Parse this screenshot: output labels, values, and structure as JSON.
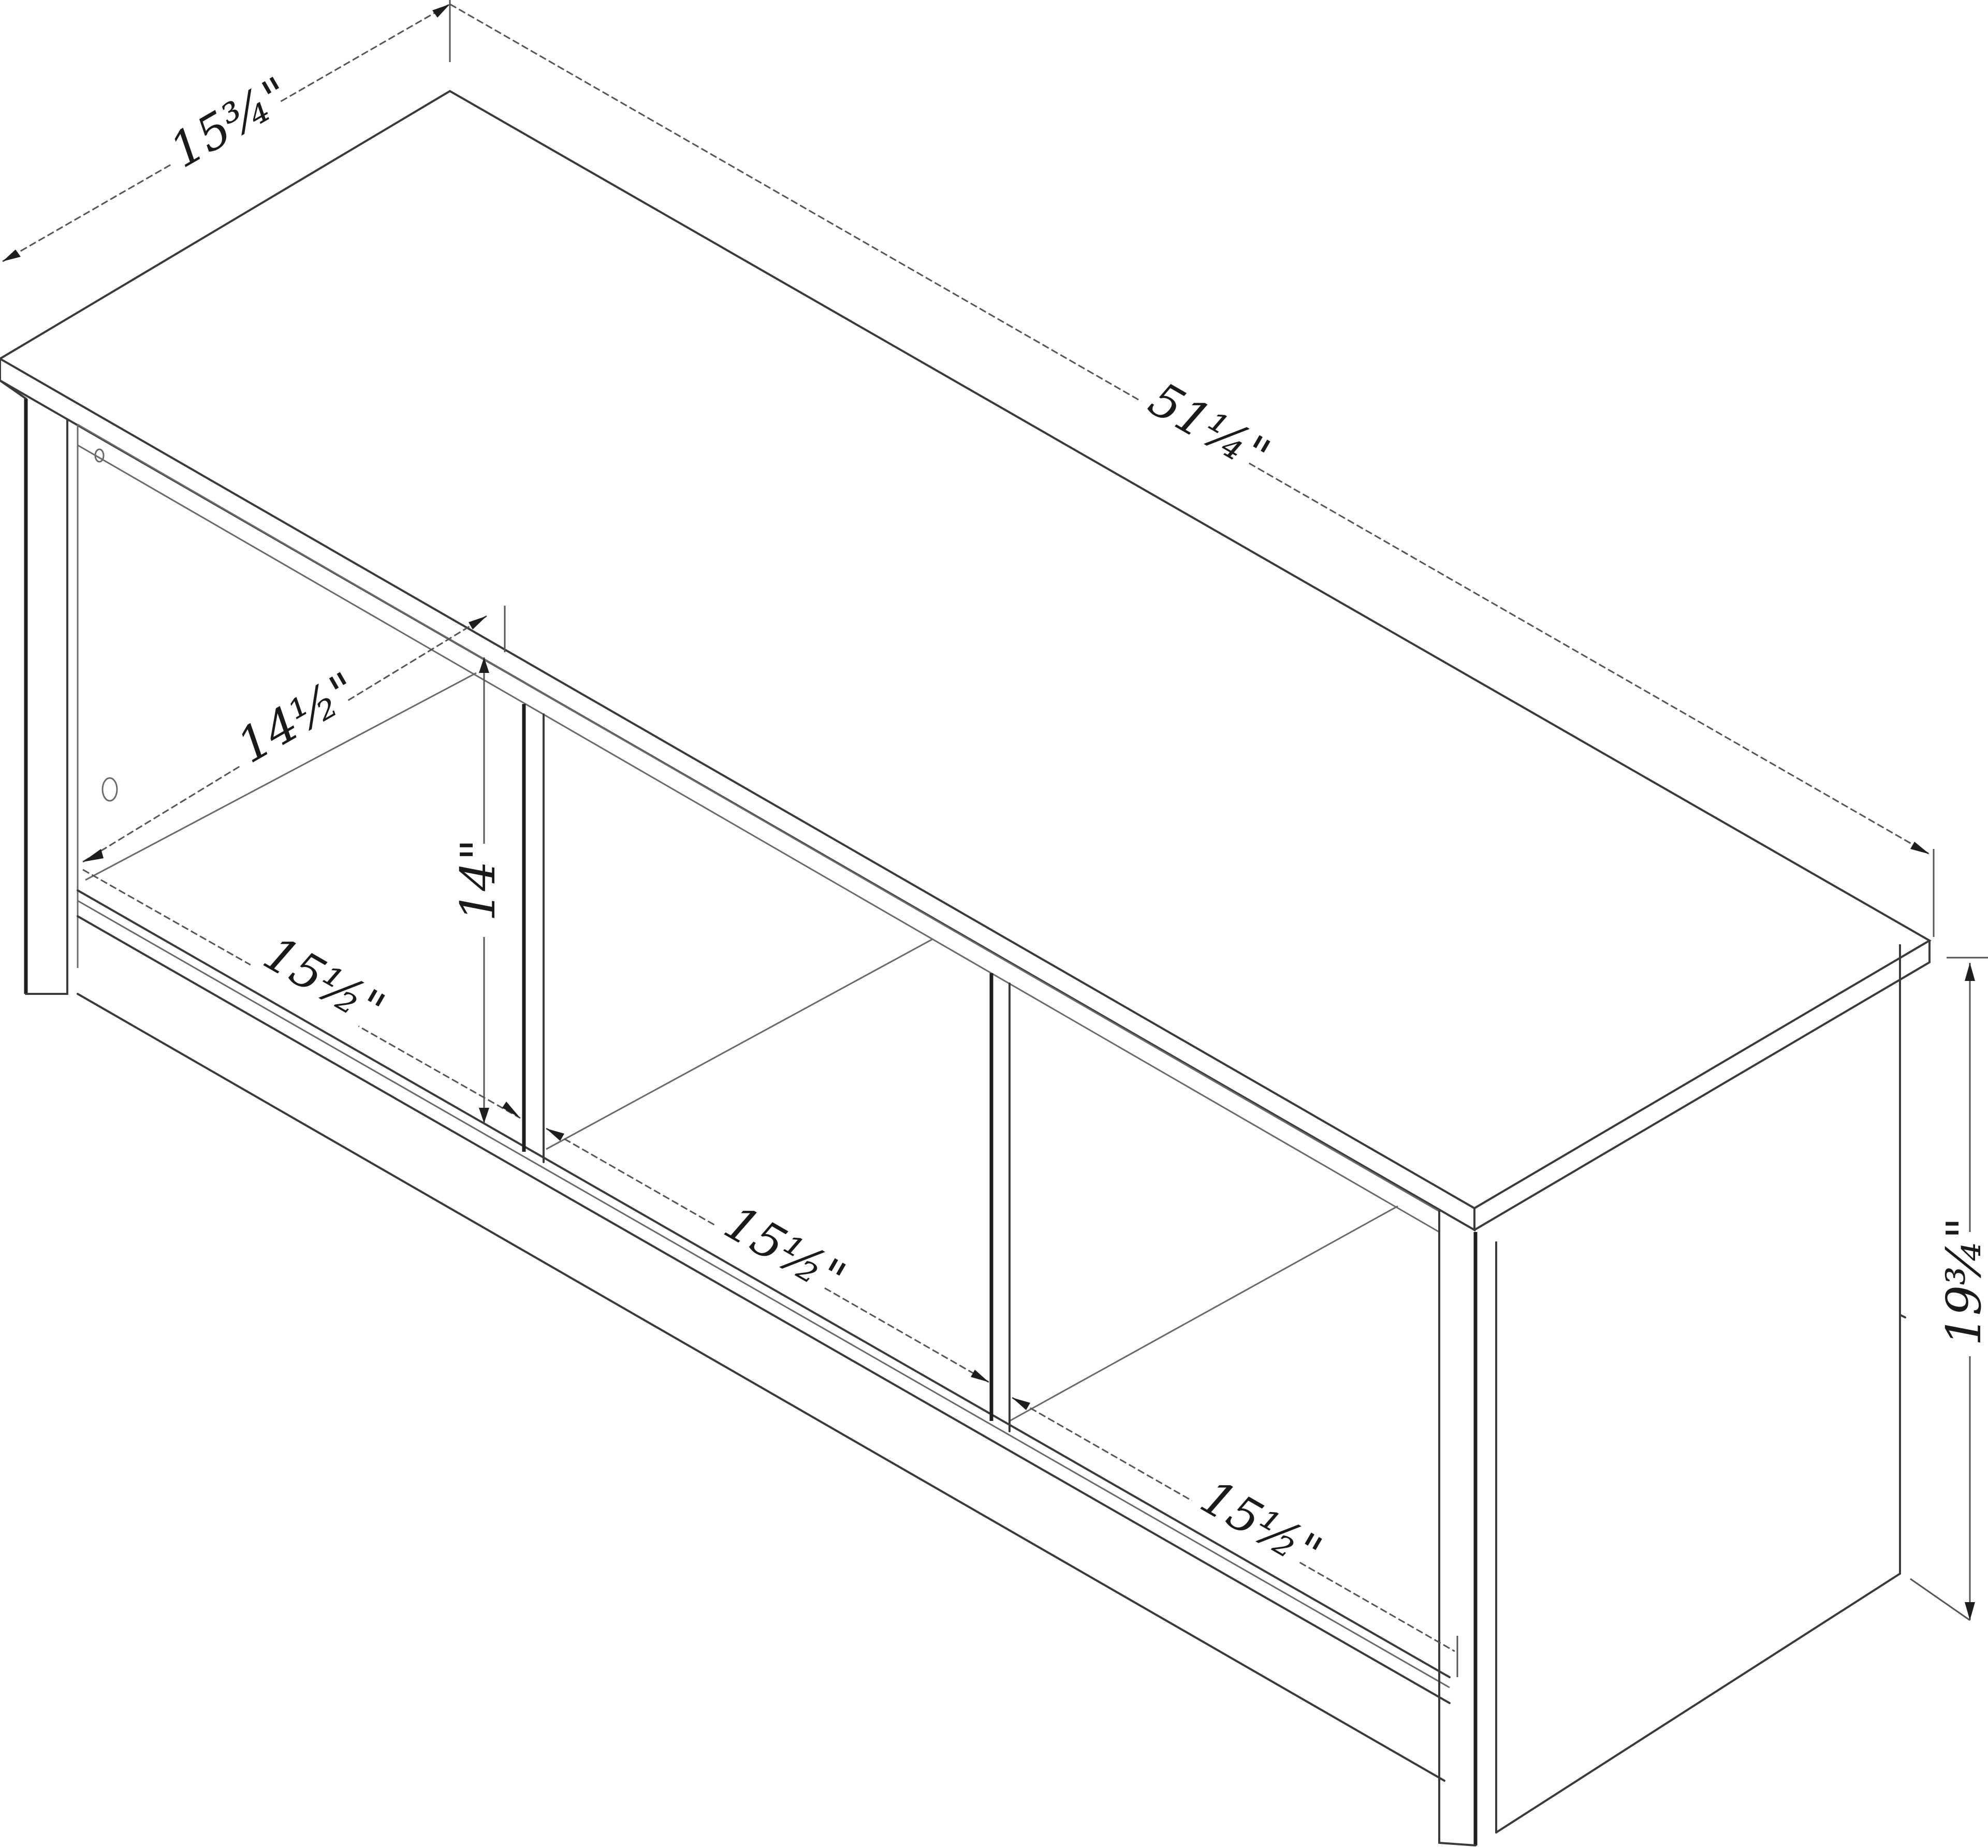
{
  "diagram": {
    "subject": "three-cubby storage bench",
    "line_color": "#3a3a3a",
    "background": "#ffffff",
    "dimensions": {
      "overall_depth": "15¾\"",
      "overall_width": "51¼\"",
      "overall_height": "19¾\"",
      "cubby_depth": "14½\"",
      "cubby_height": "14\"",
      "cubby_width_left": "15½\"",
      "cubby_width_middle": "15½\"",
      "cubby_width_right": "15½\""
    }
  }
}
